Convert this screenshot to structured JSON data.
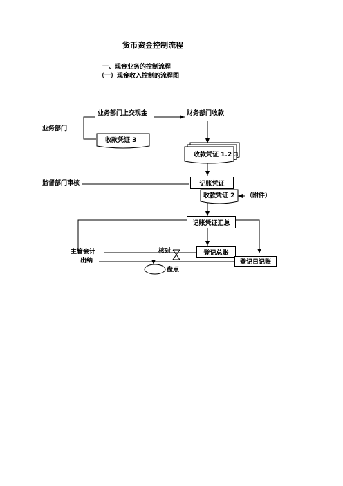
{
  "title": "货币资金控制流程",
  "section": "一、现金业务的控制流程",
  "subsection": "（一）现金收入控制的流程图",
  "nodes": {
    "dept": "业务部门",
    "dept_submit": "业务部门上交现金",
    "finance_receive": "财务部门收款",
    "receipt3": "收款凭证 3",
    "receipt123": "收款凭证  1.2 3",
    "supervisor": "监督部门审核",
    "voucher": "记账凭证",
    "receipt2": "收款凭证 2",
    "attachment": "（附件）",
    "voucher_summary": "记账凭证汇总",
    "chief_accountant": "主管会计",
    "cashier": "出纳",
    "reconcile": "核对",
    "general_ledger": "登记总账",
    "cash_journal": "登记日记账",
    "inventory_count": "盘点"
  }
}
